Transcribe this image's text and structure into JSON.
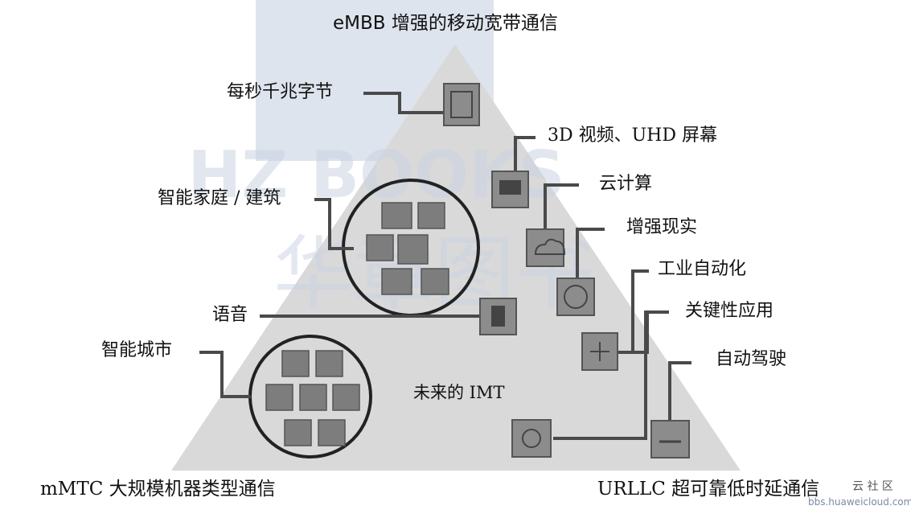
{
  "title": "eMBB 增强的移动宽带通信",
  "bottom_left": "mMTC 大规模机器类型通信",
  "bottom_right": "URLLC 超可靠低时延通信",
  "center_label": "未来的 IMT",
  "callouts": {
    "gbps": "每秒千兆字节",
    "video": "3D 视频、UHD 屏幕",
    "cloud": "云计算",
    "ar": "增强现实",
    "smart_home": "智能家庭 / 建筑",
    "industry": "工业自动化",
    "voice": "语音",
    "critical": "关键性应用",
    "smart_city": "智能城市",
    "driving": "自动驾驶"
  },
  "watermark": {
    "brand_top": "HZ BOOKS",
    "brand_bottom": "华章图书",
    "forum": "云 社 区",
    "forum_url": "bbs.huaweicloud.com"
  },
  "colors": {
    "pyramid_fill": "#d9d9d9",
    "tile_fill": "#8c8c8c",
    "tile_dark": "#5e5e5e",
    "line": "#4a4a4a",
    "watermark": "#c3cede"
  },
  "icons": [
    "storage-icon",
    "screen-icon",
    "cloud-icon",
    "ar-glasses-icon",
    "gear-icon",
    "network-icon",
    "target-icon",
    "car-icon",
    "voice-icon"
  ]
}
